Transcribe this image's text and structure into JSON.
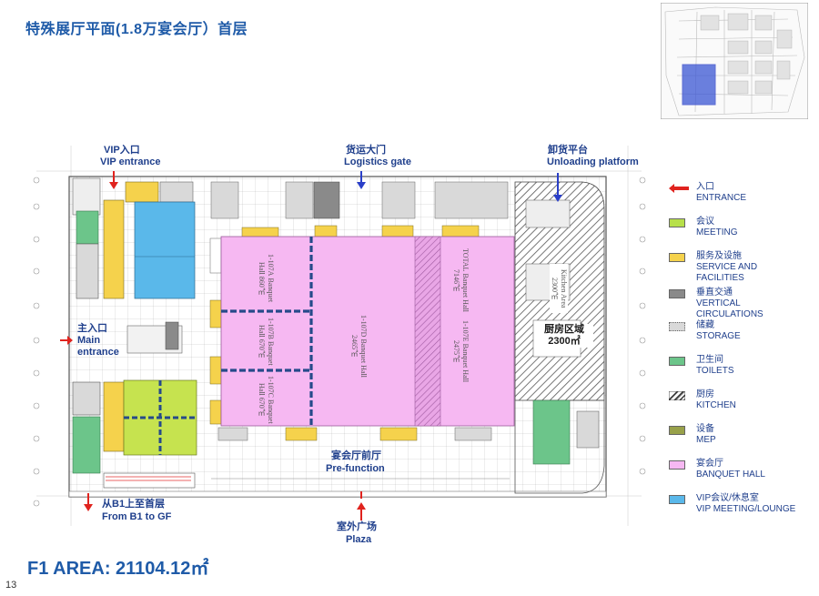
{
  "title": "特殊展厅平面(1.8万宴会厅）首层",
  "labels": {
    "vip_entrance_cn": "VIP入口",
    "vip_entrance_en": "VIP entrance",
    "logistics_cn": "货运大门",
    "logistics_en": "Logistics gate",
    "unloading_cn": "卸货平台",
    "unloading_en": "Unloading platform",
    "main_entrance_cn": "主入口",
    "main_entrance_en1": "Main",
    "main_entrance_en2": "entrance",
    "kitchen_cn": "厨房区域",
    "kitchen_area": "2300㎡",
    "prefunction_cn": "宴会厅前厅",
    "prefunction_en": "Pre-function",
    "b1_cn": "从B1上至首层",
    "b1_en": "From B1 to GF",
    "plaza_cn": "室外广场",
    "plaza_en": "Plaza"
  },
  "rooms": [
    {
      "id": "1-107A",
      "name": "Banquet Hall",
      "area": "860㎡"
    },
    {
      "id": "1-107B",
      "name": "Banquet Hall",
      "area": "670㎡"
    },
    {
      "id": "1-107C",
      "name": "Banquet Hall",
      "area": "670㎡"
    },
    {
      "id": "1-107D",
      "name": "Banquet Hall",
      "area": "2465㎡"
    },
    {
      "id": "1-107E",
      "name": "Banquet Hall",
      "area": "2475㎡"
    },
    {
      "id": "TOTAL",
      "name": "Banquet Hall",
      "area": "7146㎡"
    },
    {
      "id": "Kitchen Area",
      "name": "",
      "area": "2300㎡"
    }
  ],
  "legend": [
    {
      "cn": "入口",
      "en": "ENTRANCE",
      "color": "#e0231e",
      "icon": "entrance-arrow-icon"
    },
    {
      "cn": "会议",
      "en": "MEETING",
      "color": "#b7e04a"
    },
    {
      "cn": "服务及设施",
      "en": "SERVICE AND FACILITIES",
      "color": "#f5d24c"
    },
    {
      "cn": "垂直交通",
      "en": "VERTICAL CIRCULATIONS",
      "color": "#8a8a8a"
    },
    {
      "cn": "储藏",
      "en": "STORAGE",
      "color": "#d9d9d9"
    },
    {
      "cn": "卫生间",
      "en": "TOILETS",
      "color": "#6cc58a"
    },
    {
      "cn": "厨房",
      "en": "KITCHEN",
      "color": "hatch"
    },
    {
      "cn": "设备",
      "en": "MEP",
      "color": "#98a14a"
    },
    {
      "cn": "宴会厅",
      "en": "BANQUET HALL",
      "color": "#f6b8f2"
    },
    {
      "cn": "VIP会议/休息室",
      "en": "VIP MEETING/LOUNGE",
      "color": "#5ab8ea"
    }
  ],
  "area_text": "F1 AREA: 21104.12㎡",
  "page_number": "13",
  "colors": {
    "title": "#1f5ba8",
    "banquet": "#f6b8f2",
    "vip": "#5ab8ea",
    "meeting": "#c6e34f",
    "service": "#f5d24c",
    "toilets": "#6cc58a",
    "arrow_red": "#e0231e",
    "arrow_blue": "#2a3fc8"
  }
}
